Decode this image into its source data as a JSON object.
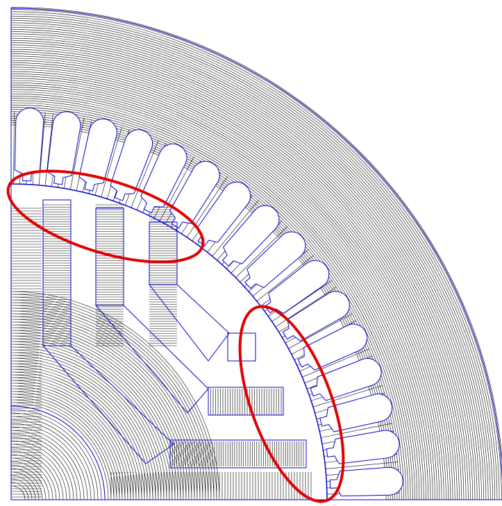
{
  "figure": {
    "kind": "motor-cross-section-flux-plot",
    "sector": "quarter",
    "stator_slots_shown": 16,
    "rotor_magnet_poles_shown": 2,
    "highlighted_regions": 2,
    "colors": {
      "background": "#ffffff",
      "flux_lines": "#000000",
      "geometry_outline": "#0000cc",
      "highlight": "#e00000"
    }
  }
}
